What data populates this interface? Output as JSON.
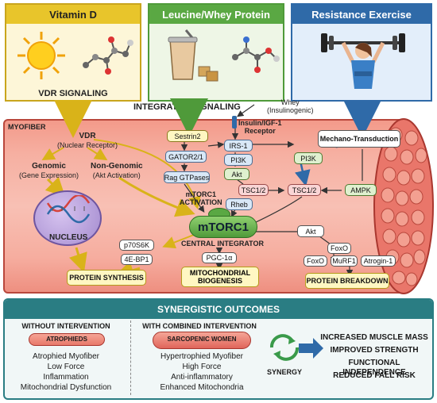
{
  "panels": {
    "vitamin_d": {
      "title": "Vitamin D",
      "caption": "VDR SIGNALING",
      "color": "#d6b41f"
    },
    "leucine": {
      "title": "Leucine/Whey Protein",
      "color": "#4f9a3a"
    },
    "exercise": {
      "title": "Resistance Exercise",
      "color": "#2f6aa8"
    }
  },
  "integrated_signaling": "INTEGRATED SIGNALING",
  "whey": {
    "title": "Whey",
    "sub": "(Insulinogenic)"
  },
  "myofiber": {
    "label": "MYOFIBER",
    "vdr": {
      "title": "VDR",
      "sub": "(Nuclear Receptor)"
    },
    "genomic": {
      "title": "Genomic",
      "sub": "(Gene Expression)"
    },
    "non_genomic": {
      "title": "Non-Genomic",
      "sub": "(Akt Activation)"
    },
    "nucleus": "NUCLEUS",
    "insulin_receptor": {
      "title": "Insulin/IGF-1",
      "sub": "Receptor"
    },
    "nodes": {
      "sestrin2": "Sestrin2",
      "irs1": "IRS-1",
      "gator": "GATOR2/1",
      "pi3k_left": "PI3K",
      "pi3k_right": "PI3K",
      "rag": "Rag GTPases",
      "akt": "Akt",
      "tsc_left": "TSC1/2",
      "tsc_right": "TSC1/2",
      "ampk": "AMPK",
      "rheb": "Rheb",
      "mechano": "Mechano-Transduction",
      "akt_right": "Akt",
      "foxo_top": "FoxO",
      "foxo": "FoxO",
      "murf1": "MuRF1",
      "atrogin": "Atrogin-1",
      "p70s6k": "p70S6K",
      "bp1": "4E-BP1",
      "pgc": "PGC-1α"
    },
    "mtorc1_activation": {
      "line1": "mTORC1",
      "line2": "ACTIVATION"
    },
    "mtorc1": "mTORC1",
    "central": "CENTRAL INTEGRATOR",
    "protein_synthesis": "PROTEIN SYNTHESIS",
    "mito": {
      "line1": "MITOCHONDRIAL",
      "line2": "BIOGENESIS"
    },
    "protein_breakdown": "PROTEIN BREAKDOWN"
  },
  "outcomes": {
    "title": "SYNERGISTIC OUTCOMES",
    "without": {
      "heading": "WITHOUT INTERVENTION",
      "badge": "ATROPHIEDS",
      "items": [
        "Atrophied Myofiber",
        "Low Force",
        "Inflammation",
        "Mitochondrial Dysfunction"
      ]
    },
    "with": {
      "heading": "WITH COMBINED INTERVENTION",
      "badge": "SARCOPENIC WOMEN",
      "items": [
        "Hypertrophied Myofiber",
        "High Force",
        "Anti-inflammatory",
        "Enhanced Mitochondria"
      ]
    },
    "synergy": "SYNERGY",
    "results": [
      "INCREASED MUSCLE MASS",
      "IMPROVED STRENGTH",
      "FUNCTIONAL INDEPENDENCE",
      "REDUCED FALL RISK"
    ]
  }
}
